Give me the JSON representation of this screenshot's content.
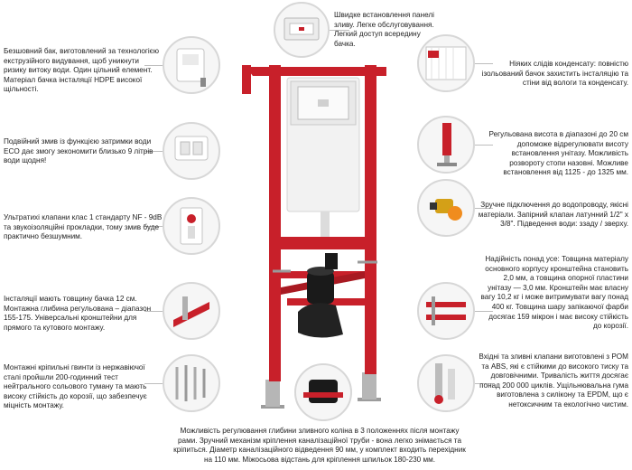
{
  "callouts": {
    "top": "Швидке встановлення панелі зливу. Легке обслуговування. Легкий доступ всередину бачка.",
    "left1": "Безшовний бак, виготовлений за технологією екструзійного видування, щоб уникнути ризику витоку води. Один цільний елемент. Матеріал бачка інсталяції HDPE високої щільності.",
    "left2": "Подвійний змив із функцією затримки води ECO дає змогу зекономити близько 9 літрів води щодня!",
    "left3": "Ультратихі клапани клас 1 стандарту NF - 9dB та звукоізоляційні прокладки, тому змив буде практично безшумним.",
    "left4": "Інсталяції мають товщину бачка 12 см. Монтажна глибина регульована – діапазон 155-175. Універсальні кронштейни для прямого та кутового монтажу.",
    "left5": "Монтажні кріпильні гвинти із нержавіючої сталі пройшли 200-годинний тест нейтрального сольового туману та мають високу стійкість до корозії, що забезпечує міцність монтажу.",
    "right1": "Ніяких слідів конденсату: повністю ізольований бачок захистить інсталяцію та стіни від вологи та конденсату.",
    "right2": "Регульована висота в діапазоні до 20 см допоможе відрегулювати висоту встановлення унітазу. Можливість розвороту стопи назовні. Можливе встановлення від 1125 - до 1325 мм.",
    "right3": "Зручне підключення до водопроводу, якісні матеріали. Запірний клапан латунний 1/2\" x 3/8\". Підведення води: ззаду / зверху.",
    "right4": "Надійність понад усе: Товщина матеріалу основного корпусу кронштейна становить 2,0 мм, а товщина опорної пластини унітазу — 3,0 мм. Кронштейн має власну вагу 10,2 кг і може витримувати вагу понад 400 кг. Товщина шару запікаючої фарби досягає 159 мікрон і має високу стійкість до корозії.",
    "right5": "Вхідні та зливні клапани виготовлені з POM та ABS, які є стійкими до високого тиску та довговічними. Тривалість життя досягає понад 200 000 циклів. Ущільнювальна гума виготовлена з силікону та EPDM, що є нетоксичним та екологічно чистим.",
    "bottom": "Можливість регулювання глибини зливного коліна в 3 положеннях після монтажу рами. Зручний механізм кріплення каналізаційної труби - вона легко знімається та кріпиться. Діаметр каналізаційного відведення 90 мм, у комплект входить перехідник на 110 мм. Міжосьова відстань для кріплення шпильок 180-230 мм."
  },
  "colors": {
    "frame_red": "#c8202a",
    "tank_white": "#f2f2f2",
    "pipe_black": "#1a1a1a",
    "leader_grey": "#bdbdbd"
  },
  "icons": {
    "flush_panel": "flush-panel-icon",
    "tank": "tank-icon",
    "dual_flush": "dual-flush-icon",
    "valve": "valve-icon",
    "bracket": "bracket-icon",
    "screws": "screws-icon",
    "insulation": "insulation-icon",
    "height_leg": "height-leg-icon",
    "water_valve": "water-valve-icon",
    "frame_detail": "frame-detail-icon",
    "fill_valves": "fill-valves-icon",
    "drain_pipe": "drain-pipe-icon"
  }
}
